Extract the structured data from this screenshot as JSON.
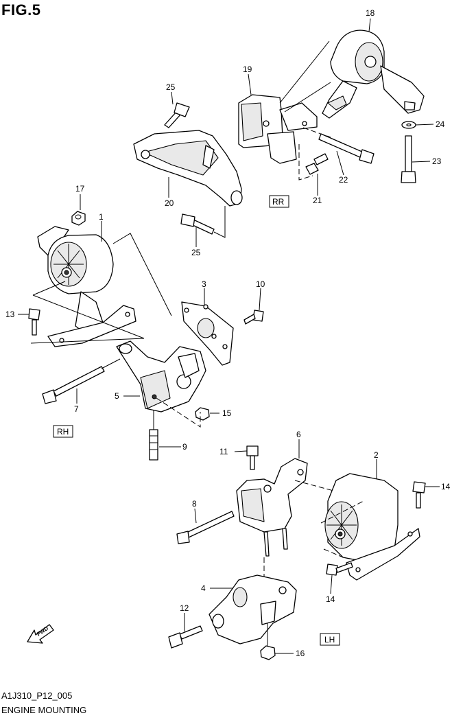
{
  "figure": {
    "title": "FIG.5",
    "code": "A1J310_P12_005",
    "name": "ENGINE MOUNTING"
  },
  "region_labels": {
    "rr": "RR",
    "rh": "RH",
    "lh": "LH"
  },
  "fwd_label": "FWD",
  "callouts": [
    "1",
    "2",
    "3",
    "4",
    "5",
    "6",
    "7",
    "8",
    "9",
    "10",
    "11",
    "12",
    "13",
    "14",
    "15",
    "16",
    "17",
    "18",
    "19",
    "20",
    "21",
    "22",
    "23",
    "24",
    "25"
  ],
  "callout_labels": {
    "c1": "1",
    "c2": "2",
    "c3": "3",
    "c4": "4",
    "c5": "5",
    "c6": "6",
    "c7": "7",
    "c8": "8",
    "c9": "9",
    "c10": "10",
    "c11": "11",
    "c12": "12",
    "c13": "13",
    "c14a": "14",
    "c14b": "14",
    "c15": "15",
    "c16": "16",
    "c17": "17",
    "c18": "18",
    "c19": "19",
    "c20": "20",
    "c21": "21",
    "c22": "22",
    "c23": "23",
    "c24": "24",
    "c25a": "25",
    "c25b": "25"
  }
}
